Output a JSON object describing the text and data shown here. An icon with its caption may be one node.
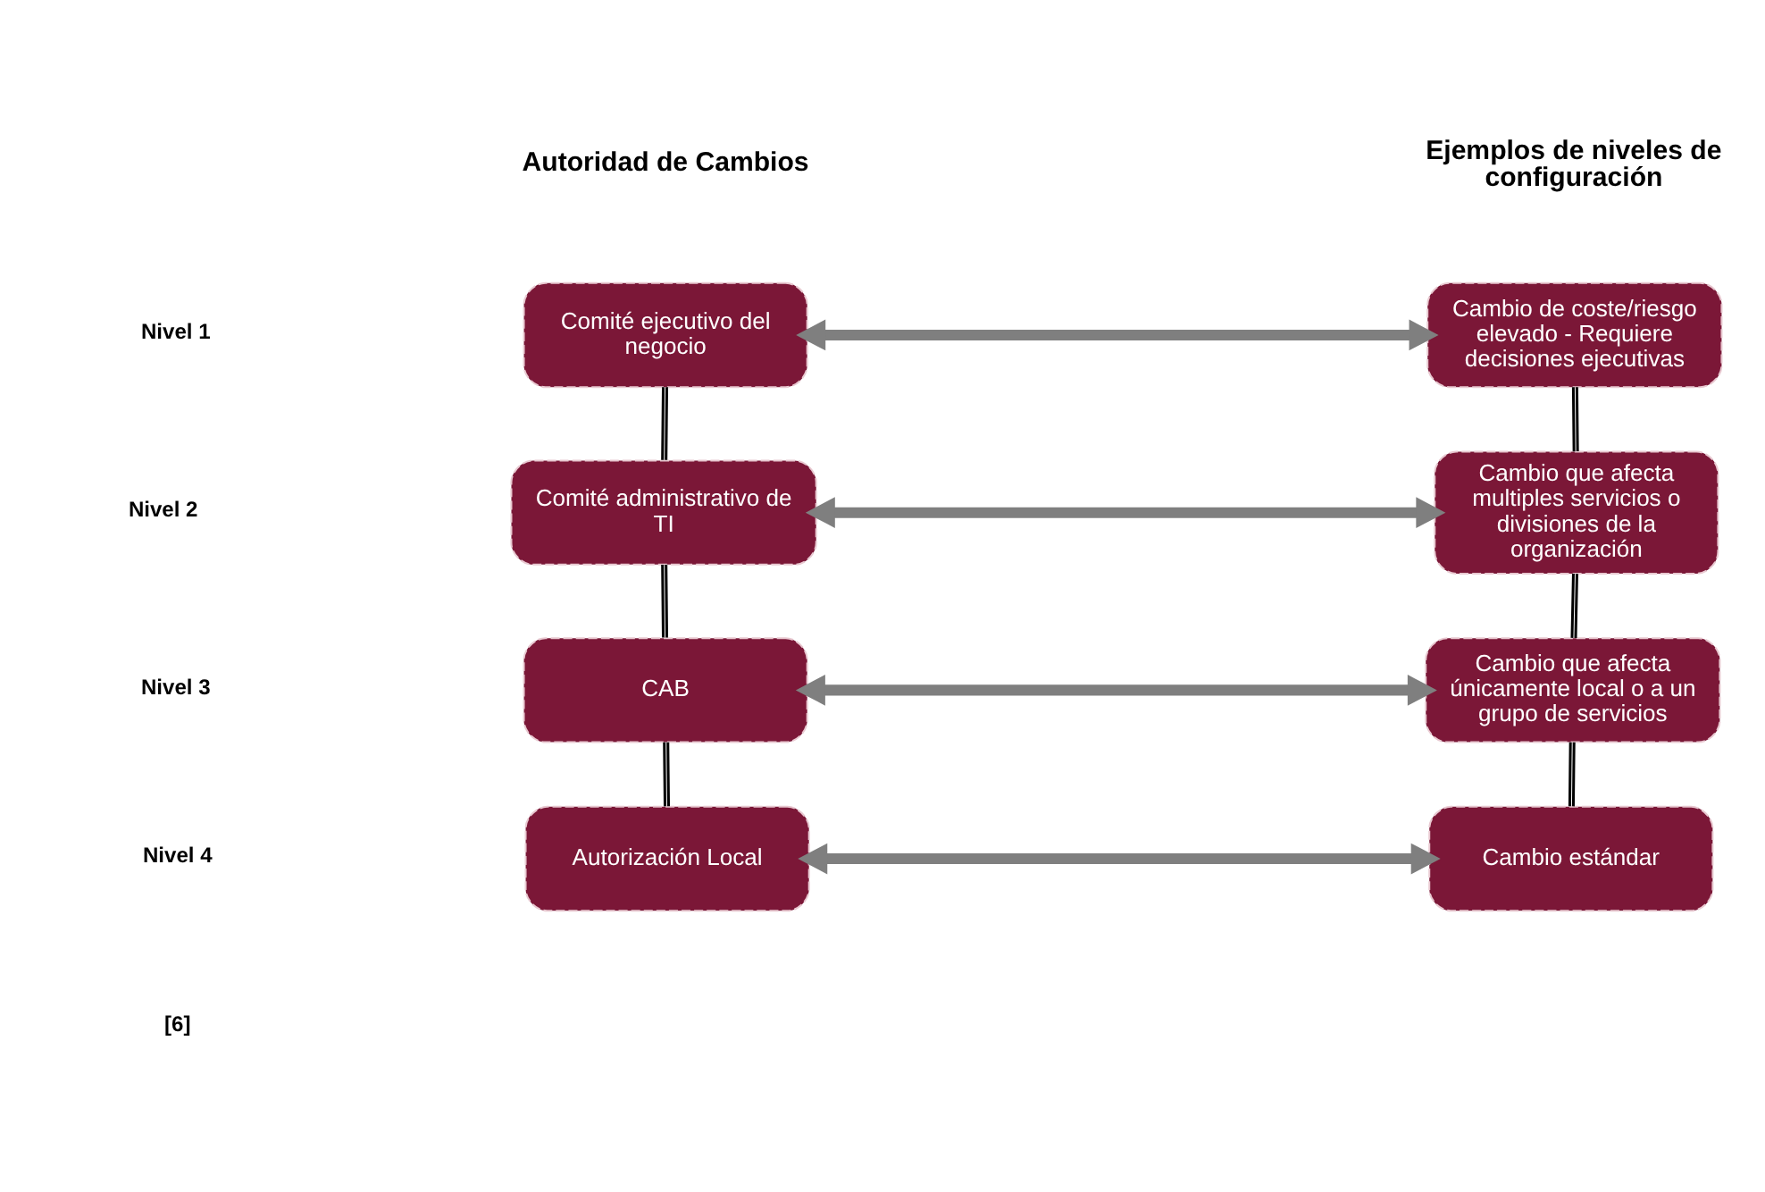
{
  "diagram": {
    "nodes": [
      {
        "text": [
          "Comité ejecutivo del negocio"
        ]
      },
      {
        "text": [
          "Cambio de coste/riesgo elevado - Requiere decisiones ejecutivas"
        ]
      },
      {
        "text": [
          "Comité administrativo de TI"
        ]
      },
      {
        "text": [
          "Cambio que afecta multiples servicios o divisiones de la organización"
        ]
      },
      {
        "text": [
          "CAB"
        ]
      },
      {
        "text": [
          "Cambio que afecta únicamente local o a un grupo de servicios"
        ]
      },
      {
        "text": [
          "Autorización Local"
        ]
      },
      {
        "text": [
          "Cambio estándar"
        ]
      }
    ],
    "edges": [
      {
        "from": 0,
        "to": 1,
        "arrow": "both",
        "style": "thick",
        "color": "#7f7f7f"
      },
      {
        "from": 2,
        "to": 3,
        "arrow": "both",
        "style": "thick",
        "color": "#7f7f7f"
      },
      {
        "from": 4,
        "to": 5,
        "arrow": "both",
        "style": "thick",
        "color": "#7f7f7f"
      },
      {
        "from": 6,
        "to": 7,
        "arrow": "both",
        "style": "thick",
        "color": "#7f7f7f"
      },
      {
        "from": 0,
        "to": 2,
        "arrow": "none"
      },
      {
        "from": 2,
        "to": 4,
        "arrow": "none"
      },
      {
        "from": 4,
        "to": 6,
        "arrow": "none"
      },
      {
        "from": 1,
        "to": 3,
        "arrow": "none"
      },
      {
        "from": 3,
        "to": 5,
        "arrow": "none"
      },
      {
        "from": 5,
        "to": 7,
        "arrow": "none"
      }
    ],
    "labels": [
      "Autoridad de Cambios",
      "Ejemplos de niveles de configuración",
      "Nivel 1",
      "Nivel 2",
      "Nivel 3",
      "Nivel 4",
      "[6]"
    ]
  }
}
